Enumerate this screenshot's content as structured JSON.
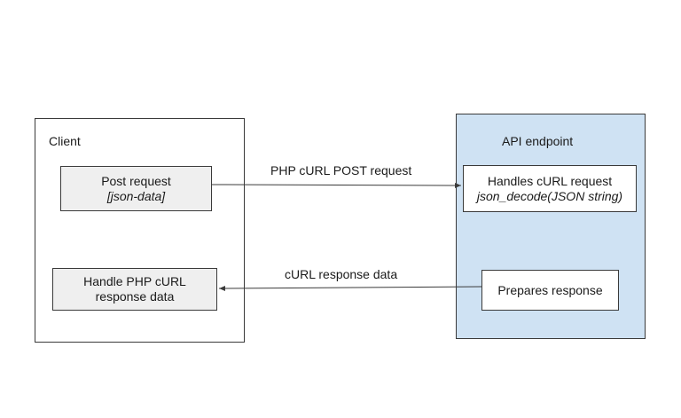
{
  "client": {
    "title": "Client",
    "post_request": {
      "line1": "Post request",
      "line2": "[json-data]"
    },
    "handle_response": {
      "line1": "Handle PHP cURL",
      "line2": "response data"
    }
  },
  "api": {
    "title": "API endpoint",
    "handles_request": {
      "line1": "Handles cURL request",
      "line2": "json_decode(JSON string)"
    },
    "prepares_response": {
      "line1": "Prepares response"
    }
  },
  "arrows": {
    "post_label": "PHP cURL POST request",
    "response_label": "cURL response data"
  },
  "colors": {
    "api_background": "#cfe2f3",
    "client_box_fill": "#efefef",
    "border": "#3a3a3a"
  }
}
